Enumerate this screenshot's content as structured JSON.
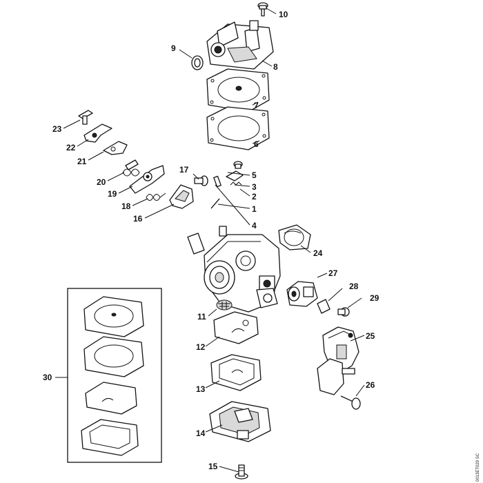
{
  "labels": {
    "p1": "1",
    "p2": "2",
    "p3": "3",
    "p4": "4",
    "p5": "5",
    "p6": "6",
    "p7": "7",
    "p8": "8",
    "p9": "9",
    "p10": "10",
    "p11": "11",
    "p12": "12",
    "p13": "13",
    "p14": "14",
    "p15": "15",
    "p16": "16",
    "p17": "17",
    "p18": "18",
    "p19": "19",
    "p20": "20",
    "p21": "21",
    "p22": "22",
    "p23": "23",
    "p24": "24",
    "p25": "25",
    "p26": "26",
    "p27": "27",
    "p28": "28",
    "p29": "29",
    "p30": "30"
  },
  "image_code": "0013ET029 SC"
}
